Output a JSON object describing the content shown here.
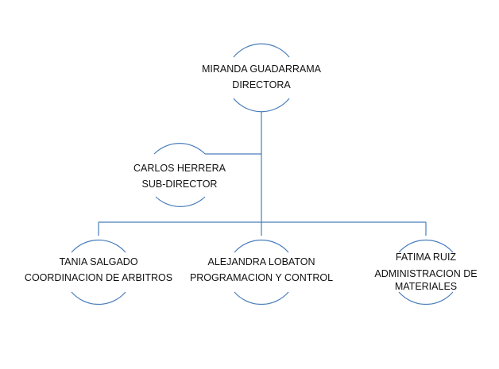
{
  "colors": {
    "line": "#4a7ebb",
    "text": "#111111"
  },
  "nodes": {
    "director": {
      "name": "MIRANDA GUADARRAMA",
      "role": "DIRECTORA"
    },
    "subdirector": {
      "name": "CARLOS HERRERA",
      "role": "SUB-DIRECTOR"
    },
    "arbitros": {
      "name": "TANIA SALGADO",
      "role": "COORDINACION DE ARBITROS"
    },
    "programacion": {
      "name": "ALEJANDRA LOBATON",
      "role": "PROGRAMACION Y CONTROL"
    },
    "materiales": {
      "name": "FATIMA RUIZ",
      "role_line1": "ADMINISTRACION DE",
      "role_line2": "MATERIALES"
    }
  }
}
